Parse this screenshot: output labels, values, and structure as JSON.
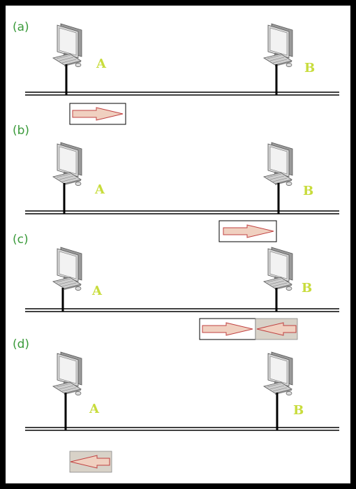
{
  "panels": [
    {
      "label": "(a)",
      "left": "A",
      "right": "B"
    },
    {
      "label": "(b)",
      "left": "A",
      "right": "B"
    },
    {
      "label": "(c)",
      "left": "A",
      "right": "B"
    },
    {
      "label": "(d)",
      "left": "A",
      "right": "B"
    }
  ],
  "colors": {
    "panel_label": "#3a9a3a",
    "node_label": "#c8dc3c",
    "arrow_fill": "#f0d0c0",
    "arrow_stroke": "#c04040",
    "box_gray": "#d8d2c8"
  },
  "icons": [
    "computer-icon",
    "right-arrow-icon",
    "left-arrow-icon"
  ]
}
